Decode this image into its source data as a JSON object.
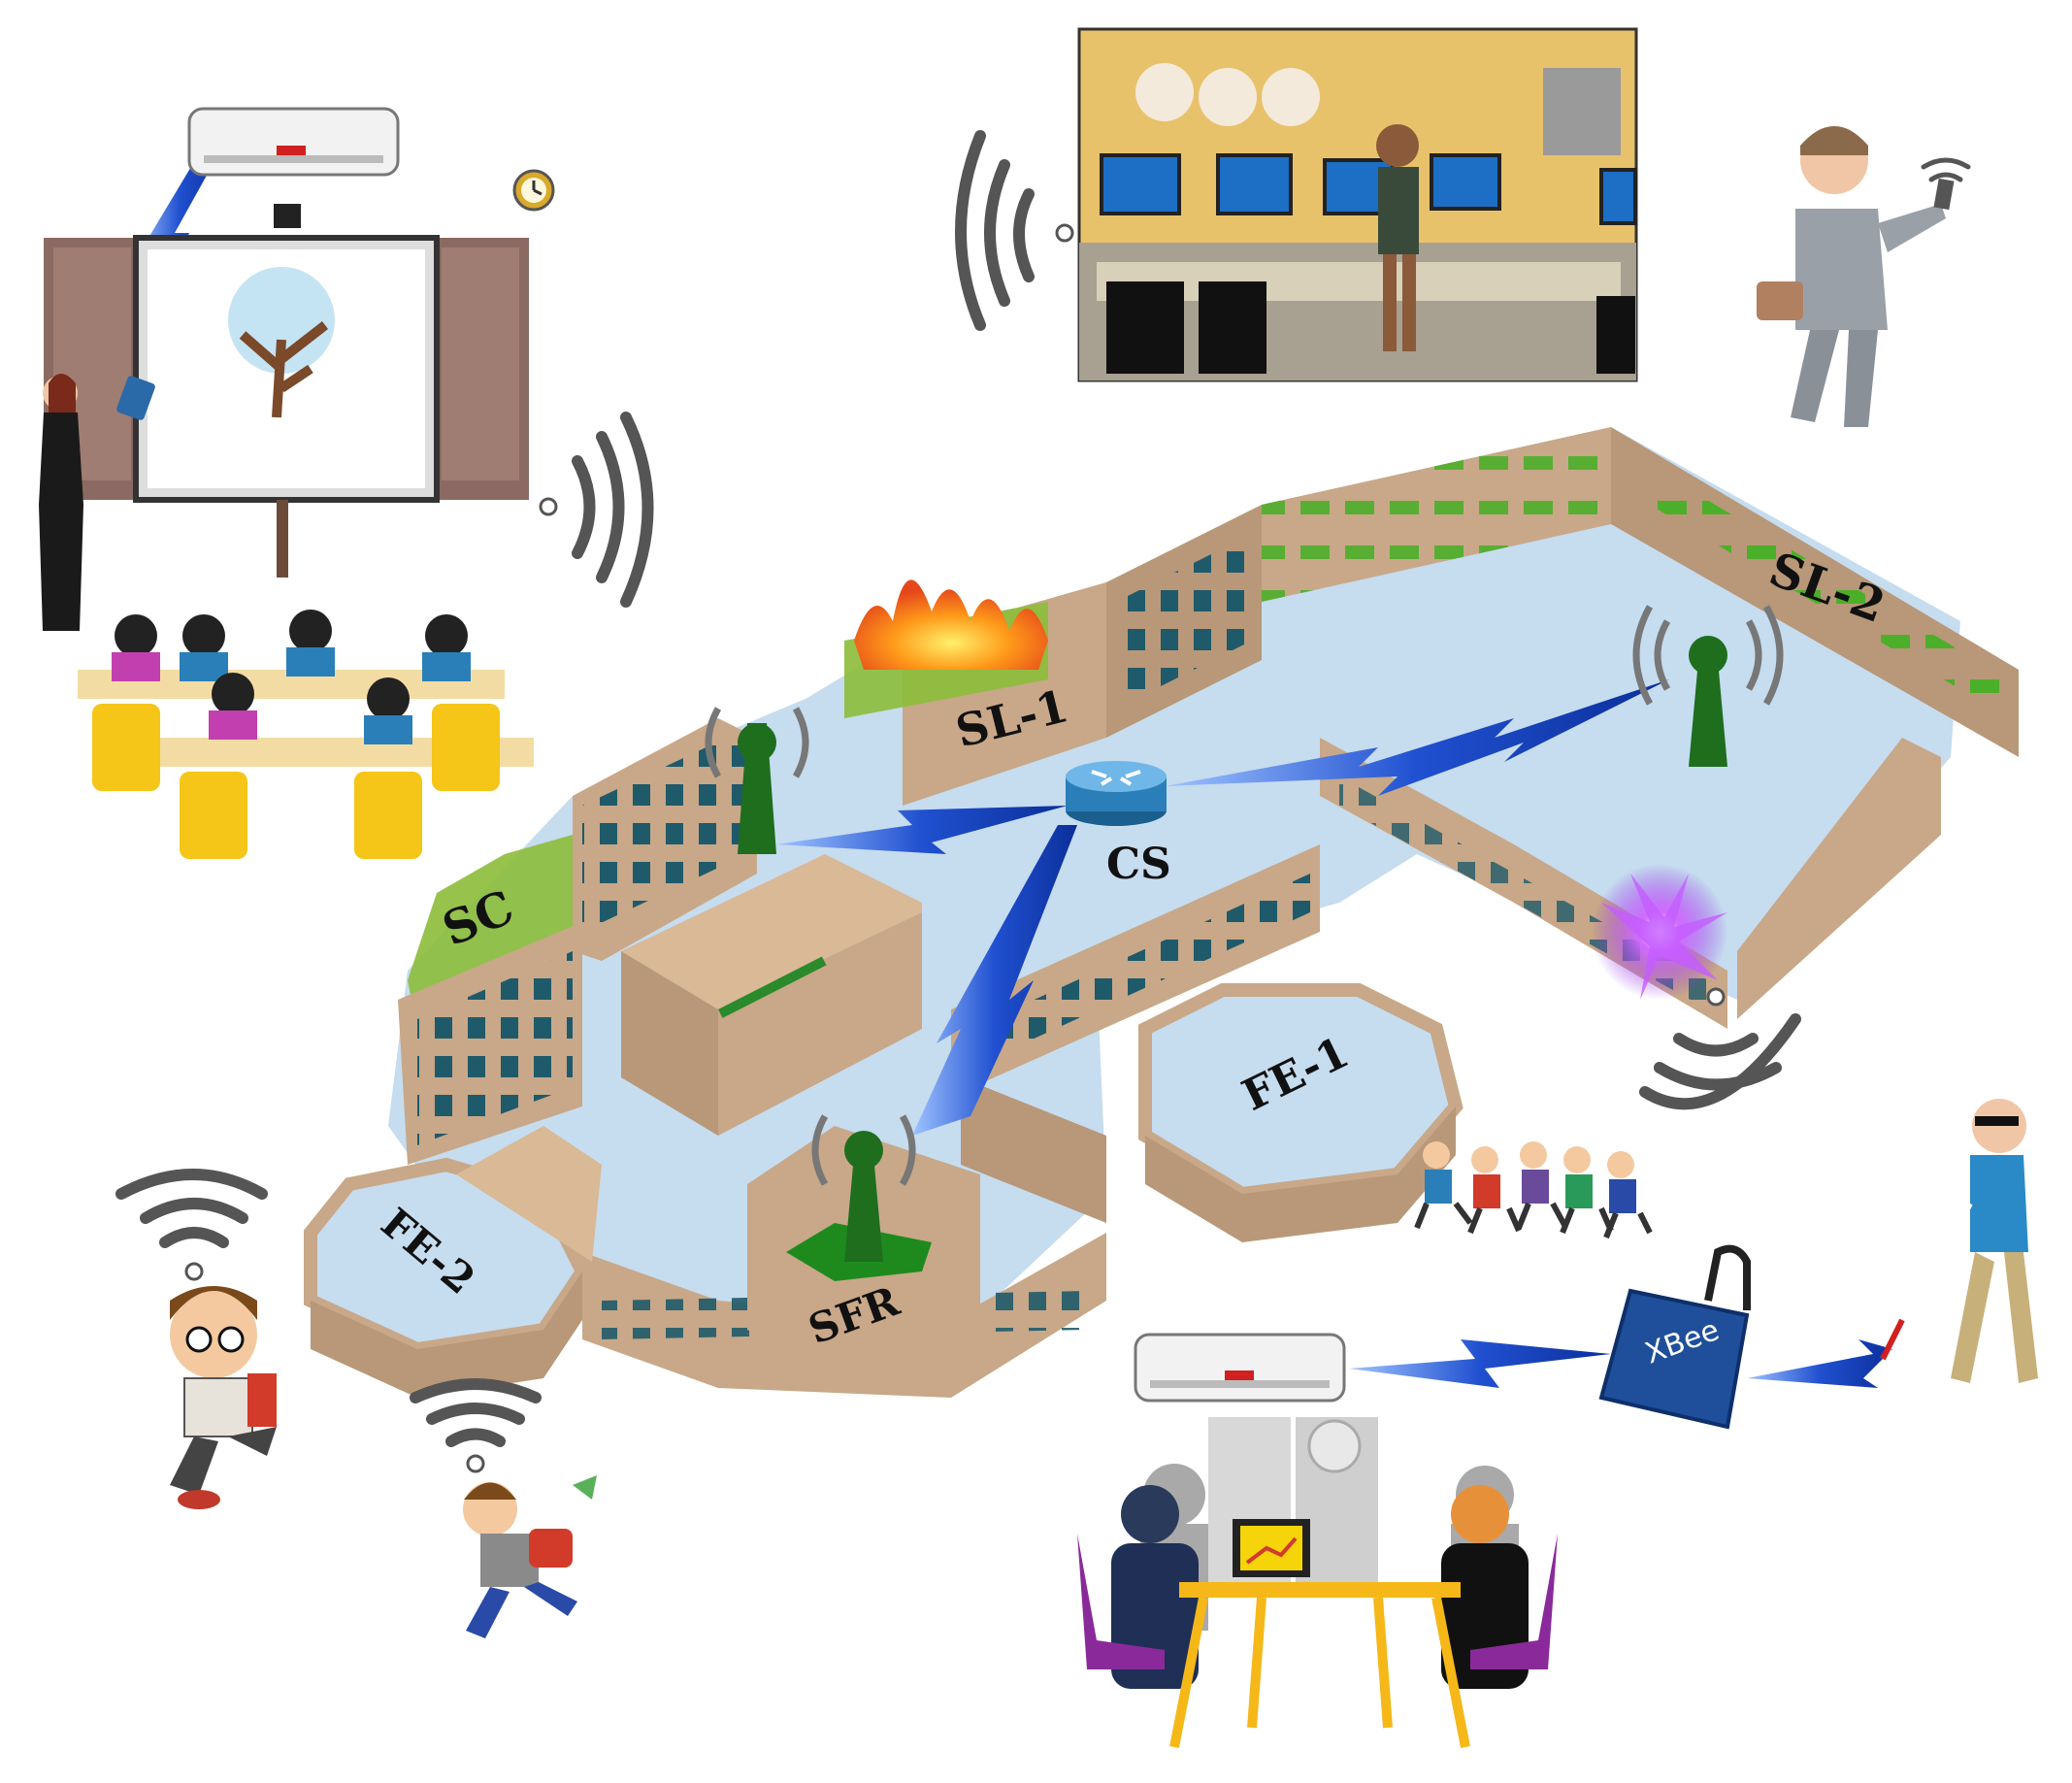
{
  "labels": {
    "sl1": "SL-1",
    "sl2": "SL-2",
    "cs": "CS",
    "sc": "SC",
    "sfr": "SFR",
    "fe1": "FE-1",
    "fe2": "FE-2"
  },
  "chip_text": "XBee",
  "icons": {
    "router": "router-icon",
    "antenna": "antenna-tower-icon",
    "wifi": "wifi-signal-icon",
    "fire": "fire-icon",
    "explosion": "explosion-icon",
    "ac": "air-conditioner-icon",
    "clock": "clock-icon"
  },
  "colors": {
    "wall": "#c8a888",
    "wall_dark": "#a98a6a",
    "floor": "#c6dcef",
    "window": "#1f5a6a",
    "window_green": "#4caf2a",
    "link": "#2050d0",
    "antenna": "#1e6e1e",
    "router": "#2a7fb8"
  }
}
